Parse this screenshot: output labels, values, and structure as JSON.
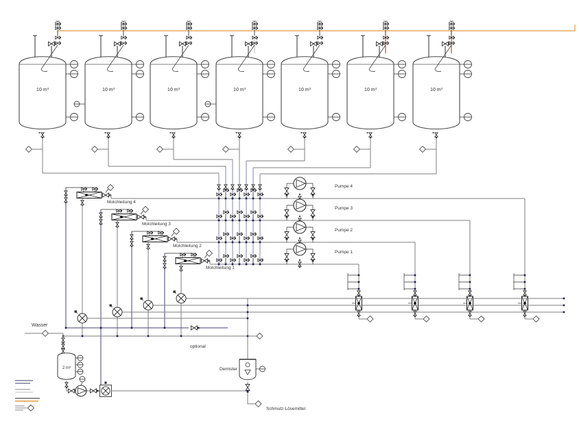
{
  "tanks": {
    "labels": [
      "10 m³",
      "10 m³",
      "10 m³",
      "10 m³",
      "10 m³",
      "10 m³",
      "10 m³"
    ]
  },
  "pump_rows": {
    "labels": [
      "Pumpe 4",
      "Pumpe 3",
      "Pumpe 2",
      "Pumpe 1"
    ]
  },
  "pig_lines": {
    "labels": [
      "Molchleitung 4",
      "Molchleitung 3",
      "Molchleitung 2",
      "Molchleitung 1"
    ]
  },
  "annotations": {
    "water": "Wasser",
    "optional": "optional",
    "demister": "Demister",
    "waste": "Schmutz-Lösemittel",
    "small_tank": "2 m³"
  },
  "colors": {
    "process_line": "#7d7d7d",
    "pig_route_line": "#8585ad",
    "station_line": "#42427e",
    "junction_dot": "#1f1f5c",
    "header": "#e0993f",
    "highlight": "#cf2f1c",
    "silver_line": "#b9b9b9",
    "equipment": "#2e2e2e",
    "label_text": "#333333"
  }
}
